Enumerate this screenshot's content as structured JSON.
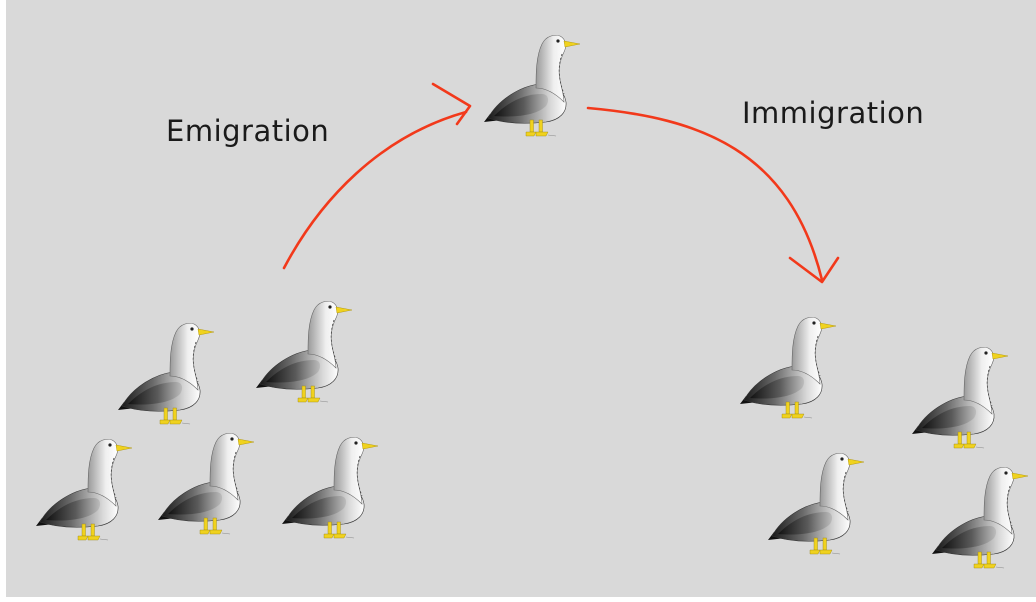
{
  "labels": {
    "emigration": "Emigration",
    "immigration": "Immigration"
  },
  "colors": {
    "background": "#d9d9d9",
    "arrow": "#f2391b",
    "beak_feet": "#f0d21e",
    "bird_dark": "#1a1a1a",
    "bird_light": "#ffffff"
  },
  "groups": {
    "source_population": {
      "bird_count": 5
    },
    "migrant": {
      "bird_count": 1
    },
    "destination_population": {
      "bird_count": 4
    }
  },
  "icons": {
    "bird": "seagull-icon",
    "arrows": [
      "emigration-arrow",
      "immigration-arrow"
    ]
  }
}
